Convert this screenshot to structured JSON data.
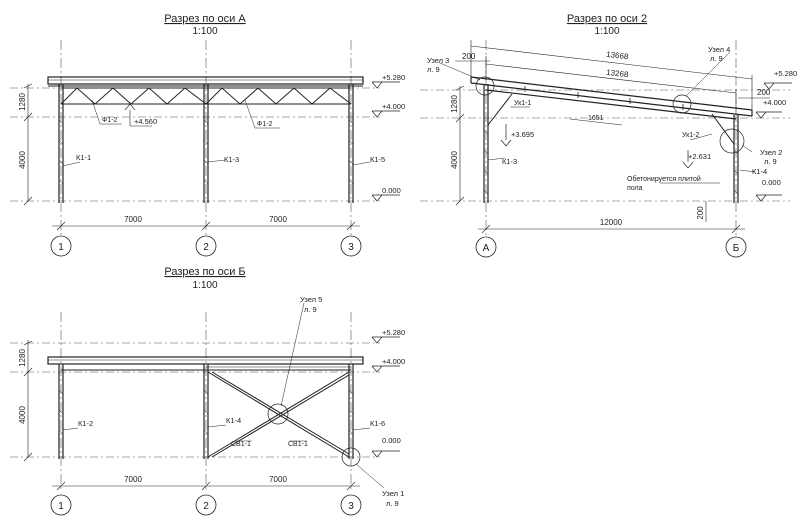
{
  "sec_a": {
    "title": "Разрез по оси А",
    "scale": "1:100",
    "lev_top": "+5.280",
    "lev_mid": "+4.000",
    "lev_zero": "0.000",
    "lev_truss": "+4.560",
    "dim_h1": "1280",
    "dim_h2": "4000",
    "span1": "7000",
    "span2": "7000",
    "truss1": "Ф1-2",
    "truss2": "Ф1-2",
    "col1": "К1-1",
    "col2": "К1-3",
    "col3": "К1-5",
    "axis1": "1",
    "axis2": "2",
    "axis3": "3"
  },
  "sec_2": {
    "title": "Разрез по оси 2",
    "scale": "1:100",
    "node3": "Узел 3",
    "node3_sheet": "л. 9",
    "node4": "Узел 4",
    "node4_sheet": "л. 9",
    "node2": "Узел 2",
    "node2_sheet": "л. 9",
    "dim_overhang_left": "200",
    "dim_overhang_right": "200",
    "dim_top_outer": "13668",
    "dim_top_inner": "13268",
    "dim_purlin": "1651",
    "dim_span": "12000",
    "dim_base": "200",
    "dim_h1": "1280",
    "dim_h2": "4000",
    "lev_top": "+5.280",
    "lev_mid": "+4.000",
    "lev_zero": "0.000",
    "lev_brace_top": "+3.695",
    "lev_brace_low": "+2.631",
    "brace1": "Ук1-1",
    "brace2": "Ук1-2",
    "col_left": "К1-3",
    "col_right": "К1-4",
    "note_line1": "Обетонируется плитой",
    "note_line2": "пола",
    "axis_a": "А",
    "axis_b": "Б"
  },
  "sec_b": {
    "title": "Разрез по оси Б",
    "scale": "1:100",
    "node5": "Узел 5",
    "node5_sheet": "л. 9",
    "node1": "Узел 1",
    "node1_sheet": "л. 9",
    "lev_top": "+5.280",
    "lev_mid": "+4.000",
    "lev_zero": "0.000",
    "dim_h1": "1280",
    "dim_h2": "4000",
    "span1": "7000",
    "span2": "7000",
    "col1": "К1-2",
    "col2": "К1-4",
    "col3": "К1-6",
    "brace1": "СВ1-1",
    "brace2": "СВ1-1",
    "axis1": "1",
    "axis2": "2",
    "axis3": "3"
  },
  "colors": {
    "line": "#222222",
    "thin": "#444444",
    "background": "#ffffff"
  }
}
